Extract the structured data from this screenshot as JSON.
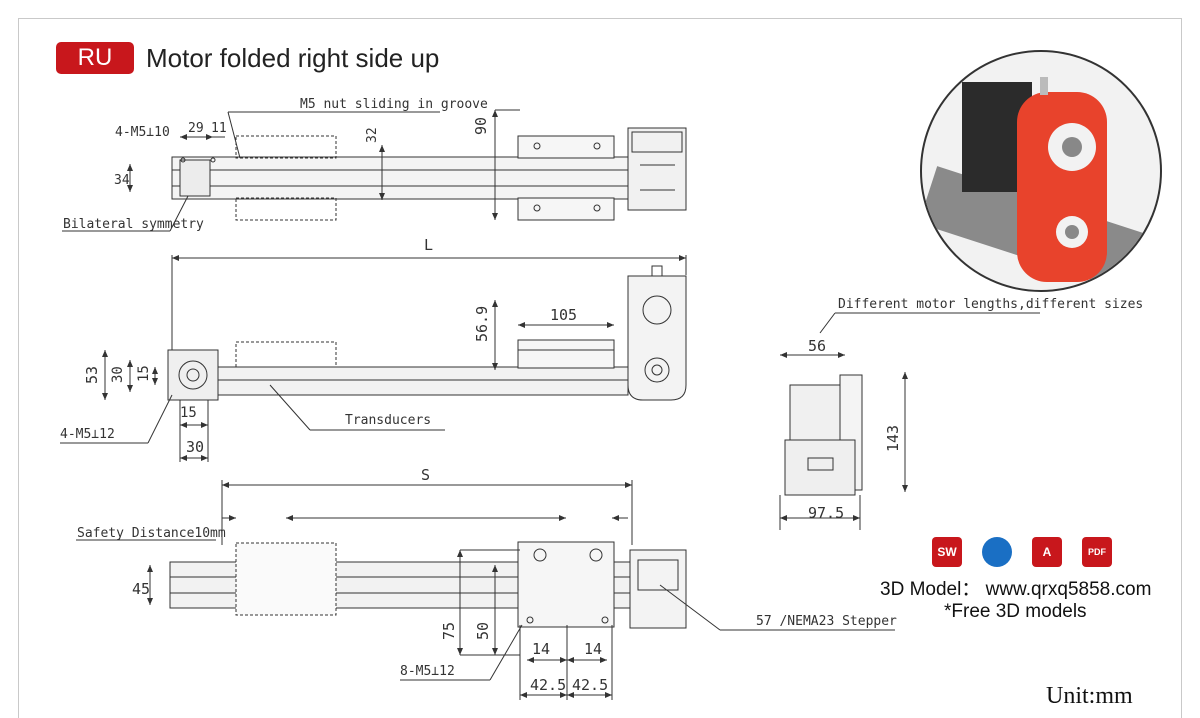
{
  "header": {
    "badge": "RU",
    "title": "Motor folded right side up"
  },
  "top_view": {
    "dims": {
      "m5_thread": "4-M5⊥10",
      "d29": "29",
      "d11": "11",
      "d34": "34",
      "d32": "32",
      "d90": "90"
    },
    "notes": {
      "nut": "M5 nut sliding in groove",
      "symmetry": "Bilateral symmetry"
    }
  },
  "front_view": {
    "dims": {
      "L": "L",
      "d105": "105",
      "d56_9": "56.9",
      "d53": "53",
      "d30": "30",
      "d15": "15",
      "d15b": "15",
      "d30b": "30",
      "m5_thread": "4-M5⊥12"
    },
    "notes": {
      "transducers": "Transducers"
    }
  },
  "side_view": {
    "dims": {
      "d56": "56",
      "d143": "143",
      "d97_5": "97.5"
    },
    "notes": {
      "motor_lengths": "Different motor lengths,different sizes"
    }
  },
  "bottom_view": {
    "dims": {
      "S": "S",
      "d45": "45",
      "d75": "75",
      "d50": "50",
      "d14a": "14",
      "d14b": "14",
      "d42_5a": "42.5",
      "d42_5b": "42.5",
      "m5_thread": "8-M5⊥12"
    },
    "notes": {
      "safety": "Safety Distance10mm",
      "stepper": "57 /NEMA23 Stepper"
    }
  },
  "footer": {
    "model_line": "3D Model： www.qrxq5858.com",
    "free_line": "*Free 3D models",
    "unit": "Unit:mm",
    "cad_icons": [
      {
        "name": "solidworks-icon",
        "label": "SW",
        "color": "#c8171c"
      },
      {
        "name": "globe-cad-icon",
        "label": "",
        "color": "#1a6fc4"
      },
      {
        "name": "autocad-icon",
        "label": "A",
        "color": "#c8171c"
      },
      {
        "name": "pdf-icon",
        "label": "PDF",
        "color": "#c8171c"
      }
    ]
  },
  "colors": {
    "accent": "#c8171c",
    "line": "#333333",
    "part_fill": "#e8e8e8"
  }
}
